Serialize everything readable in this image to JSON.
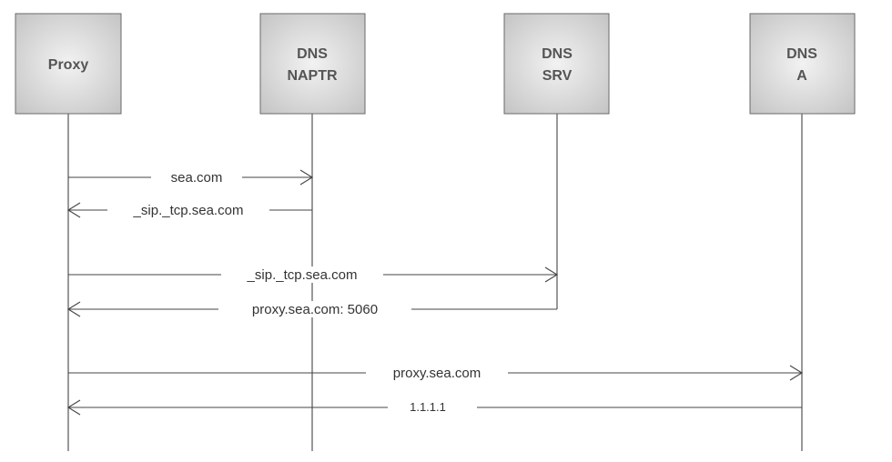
{
  "participants": [
    {
      "id": "proxy",
      "lines": [
        "Proxy"
      ]
    },
    {
      "id": "dns-naptr",
      "lines": [
        "DNS",
        "NAPTR"
      ]
    },
    {
      "id": "dns-srv",
      "lines": [
        "DNS",
        "SRV"
      ]
    },
    {
      "id": "dns-a",
      "lines": [
        "DNS",
        "A"
      ]
    }
  ],
  "messages": [
    {
      "from": "proxy",
      "to": "dns-naptr",
      "label": "sea.com"
    },
    {
      "from": "dns-naptr",
      "to": "proxy",
      "label": "_sip._tcp.sea.com"
    },
    {
      "from": "proxy",
      "to": "dns-srv",
      "label": "_sip._tcp.sea.com"
    },
    {
      "from": "dns-srv",
      "to": "proxy",
      "label": "proxy.sea.com: 5060"
    },
    {
      "from": "proxy",
      "to": "dns-a",
      "label": "proxy.sea.com"
    },
    {
      "from": "dns-a",
      "to": "proxy",
      "label": "1.1.1.1"
    }
  ]
}
